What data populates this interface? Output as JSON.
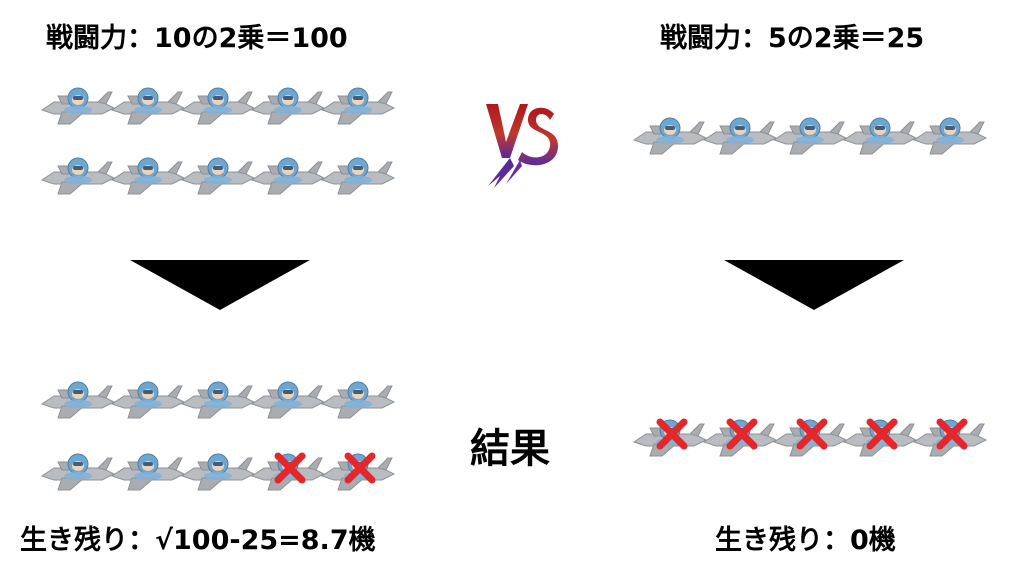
{
  "left": {
    "power_title": "戦闘力：10の2乗＝100",
    "survivors_label": "生き残り：√100-25=8.7機"
  },
  "right": {
    "power_title": "戦闘力：5の2乗＝25",
    "survivors_label": "生き残り：0機"
  },
  "center": {
    "vs_label": "VS",
    "result_label": "結果"
  },
  "colors": {
    "jet_body": "#b9bcc0",
    "pilot_helmet": "#6fa6cf",
    "cross": "#e5262a",
    "vs_gradient": [
      "#b0171b",
      "#6b2a9a"
    ]
  }
}
